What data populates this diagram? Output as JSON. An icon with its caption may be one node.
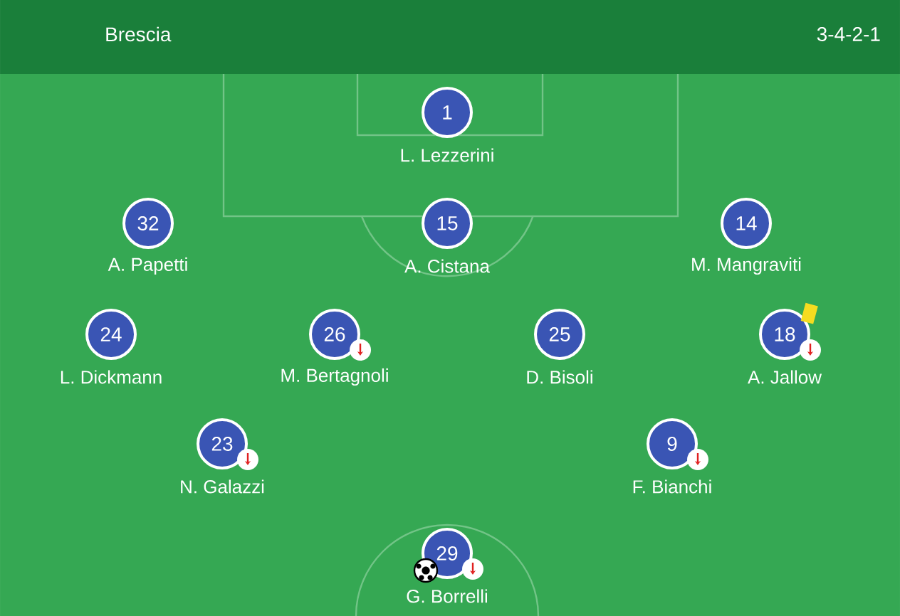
{
  "diagram": {
    "title": "Brescia",
    "nodes": [
      {
        "text": [
          "1"
        ],
        "beside": [
          "L. Lezzerini"
        ]
      },
      {
        "text": [
          "32"
        ],
        "beside": [
          "A. Papetti"
        ]
      },
      {
        "text": [
          "15"
        ],
        "beside": [
          "A. Cistana"
        ]
      },
      {
        "text": [
          "14"
        ],
        "beside": [
          "M. Mangraviti"
        ]
      },
      {
        "text": [
          "24"
        ],
        "beside": [
          "L. Dickmann"
        ]
      },
      {
        "text": [
          "26"
        ],
        "beside": [
          "M. Bertagnoli"
        ]
      },
      {
        "text": [
          "25"
        ],
        "beside": [
          "D. Bisoli"
        ]
      },
      {
        "text": [
          "18"
        ],
        "beside": [
          "A. Jallow"
        ]
      },
      {
        "text": [
          "23"
        ],
        "beside": [
          "N. Galazzi"
        ]
      },
      {
        "text": [
          "9"
        ],
        "beside": [
          "F. Bianchi"
        ]
      },
      {
        "text": [
          "29"
        ],
        "beside": [
          "G. Borrelli"
        ]
      }
    ],
    "labels": [
      "3-4-2-1"
    ]
  }
}
